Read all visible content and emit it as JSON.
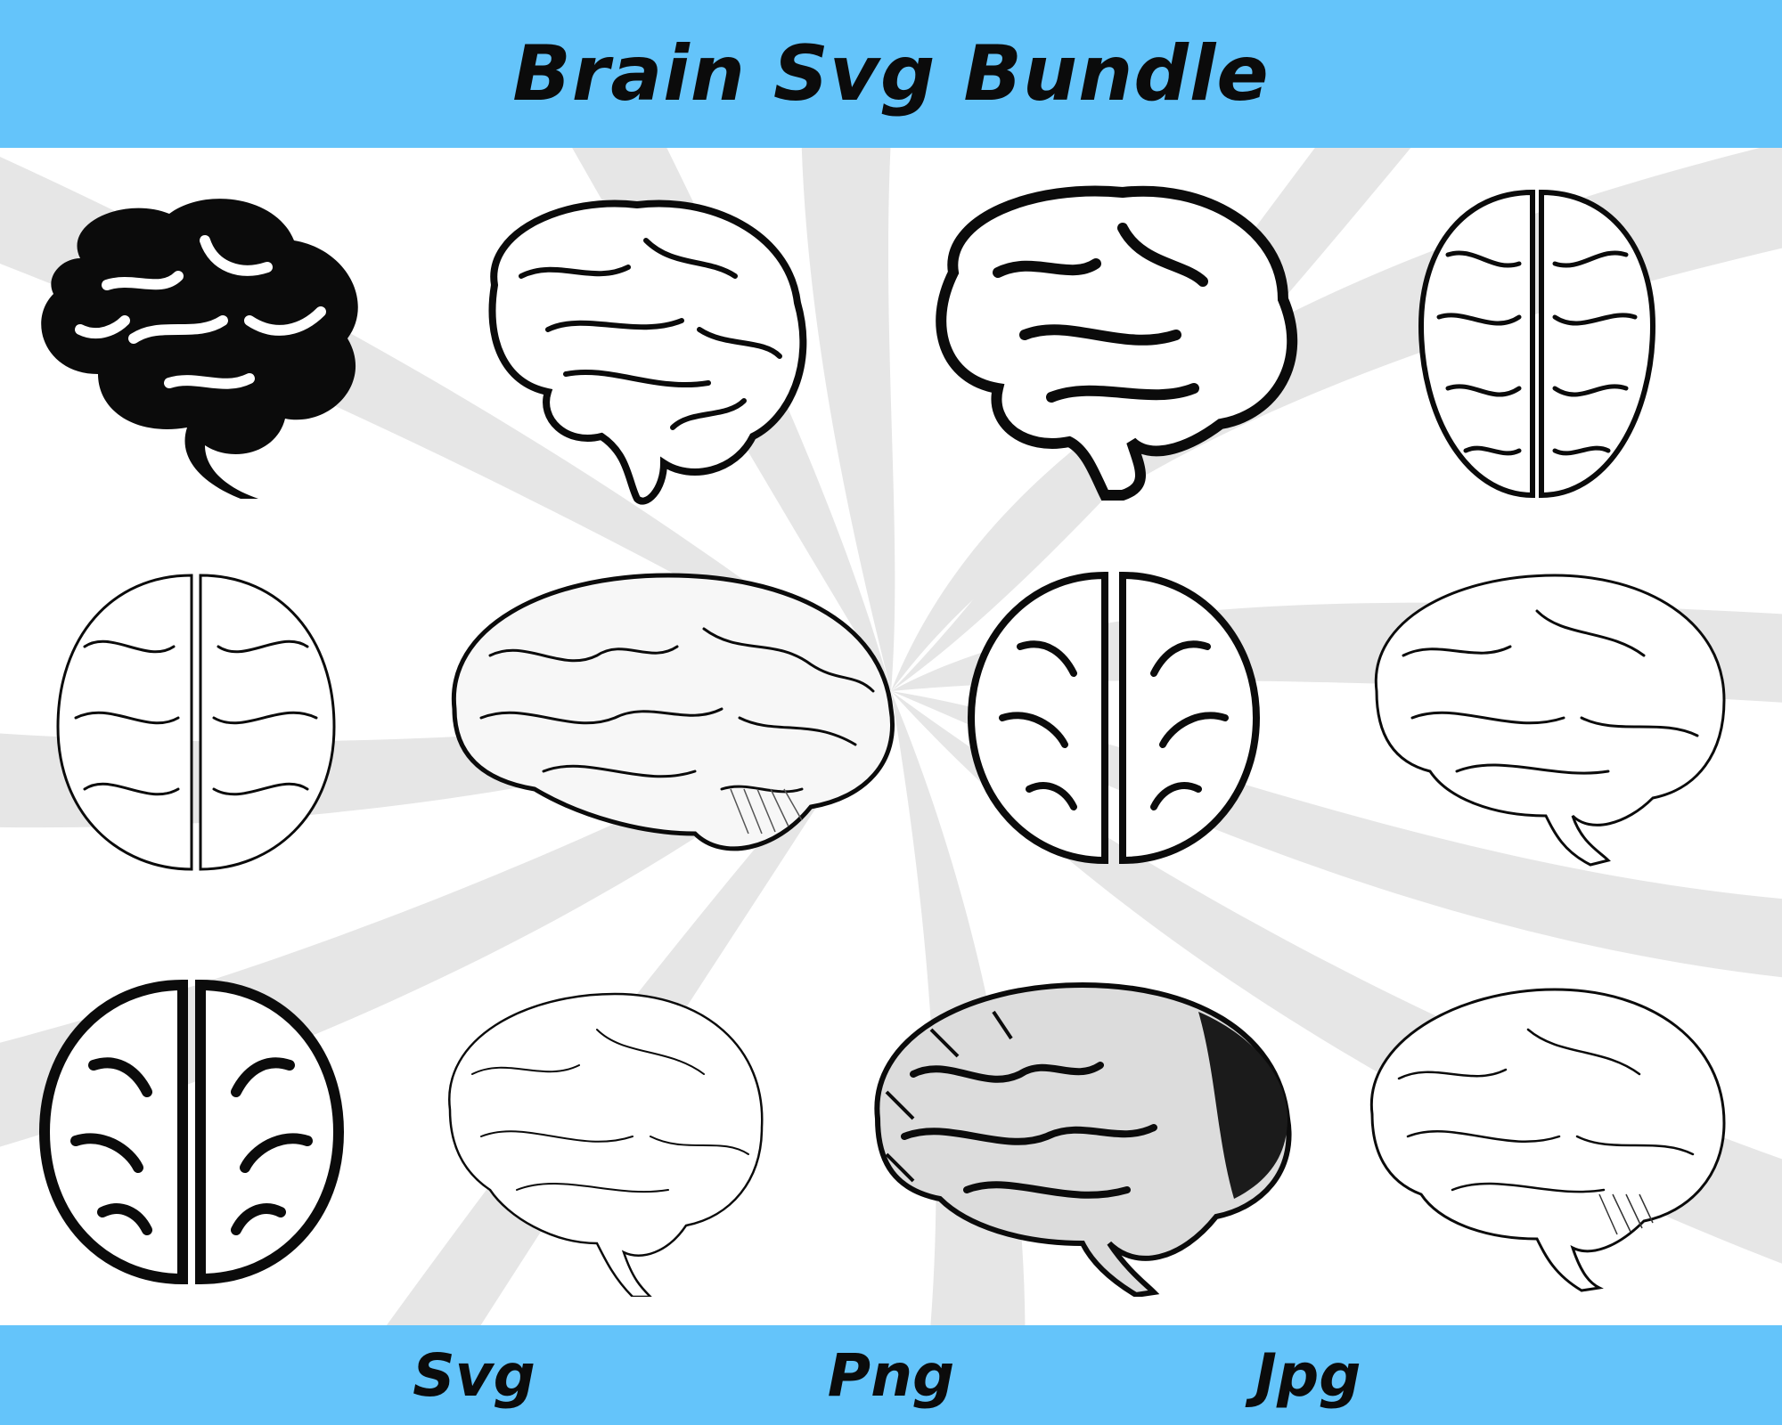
{
  "header": {
    "title": "Brain Svg Bundle",
    "background_color": "#64c4fa"
  },
  "footer": {
    "background_color": "#64c4fa",
    "formats": [
      "Svg",
      "Png",
      "Jpg"
    ]
  },
  "background": {
    "pattern": "swirl",
    "swirl_color": "#e6e6e6",
    "base_color": "#ffffff"
  },
  "gallery": {
    "items": [
      {
        "icon": "brain-side-filled-icon",
        "style": "solid silhouette"
      },
      {
        "icon": "brain-side-outline-icon",
        "style": "bold outline"
      },
      {
        "icon": "brain-side-bold-outline-icon",
        "style": "thick outline"
      },
      {
        "icon": "brain-top-detailed-icon",
        "style": "top view outline"
      },
      {
        "icon": "brain-top-thin-outline-icon",
        "style": "top view thin outline"
      },
      {
        "icon": "brain-side-engraved-icon",
        "style": "engraved"
      },
      {
        "icon": "brain-top-simple-outline-icon",
        "style": "top view simple"
      },
      {
        "icon": "brain-side-thin-outline-icon",
        "style": "thin outline"
      },
      {
        "icon": "brain-top-bold-outline-icon",
        "style": "top view bold"
      },
      {
        "icon": "brain-side-sketch-icon",
        "style": "sketch"
      },
      {
        "icon": "brain-side-engraved-dark-icon",
        "style": "dark engraved"
      },
      {
        "icon": "brain-side-line-art-icon",
        "style": "line art"
      }
    ]
  }
}
